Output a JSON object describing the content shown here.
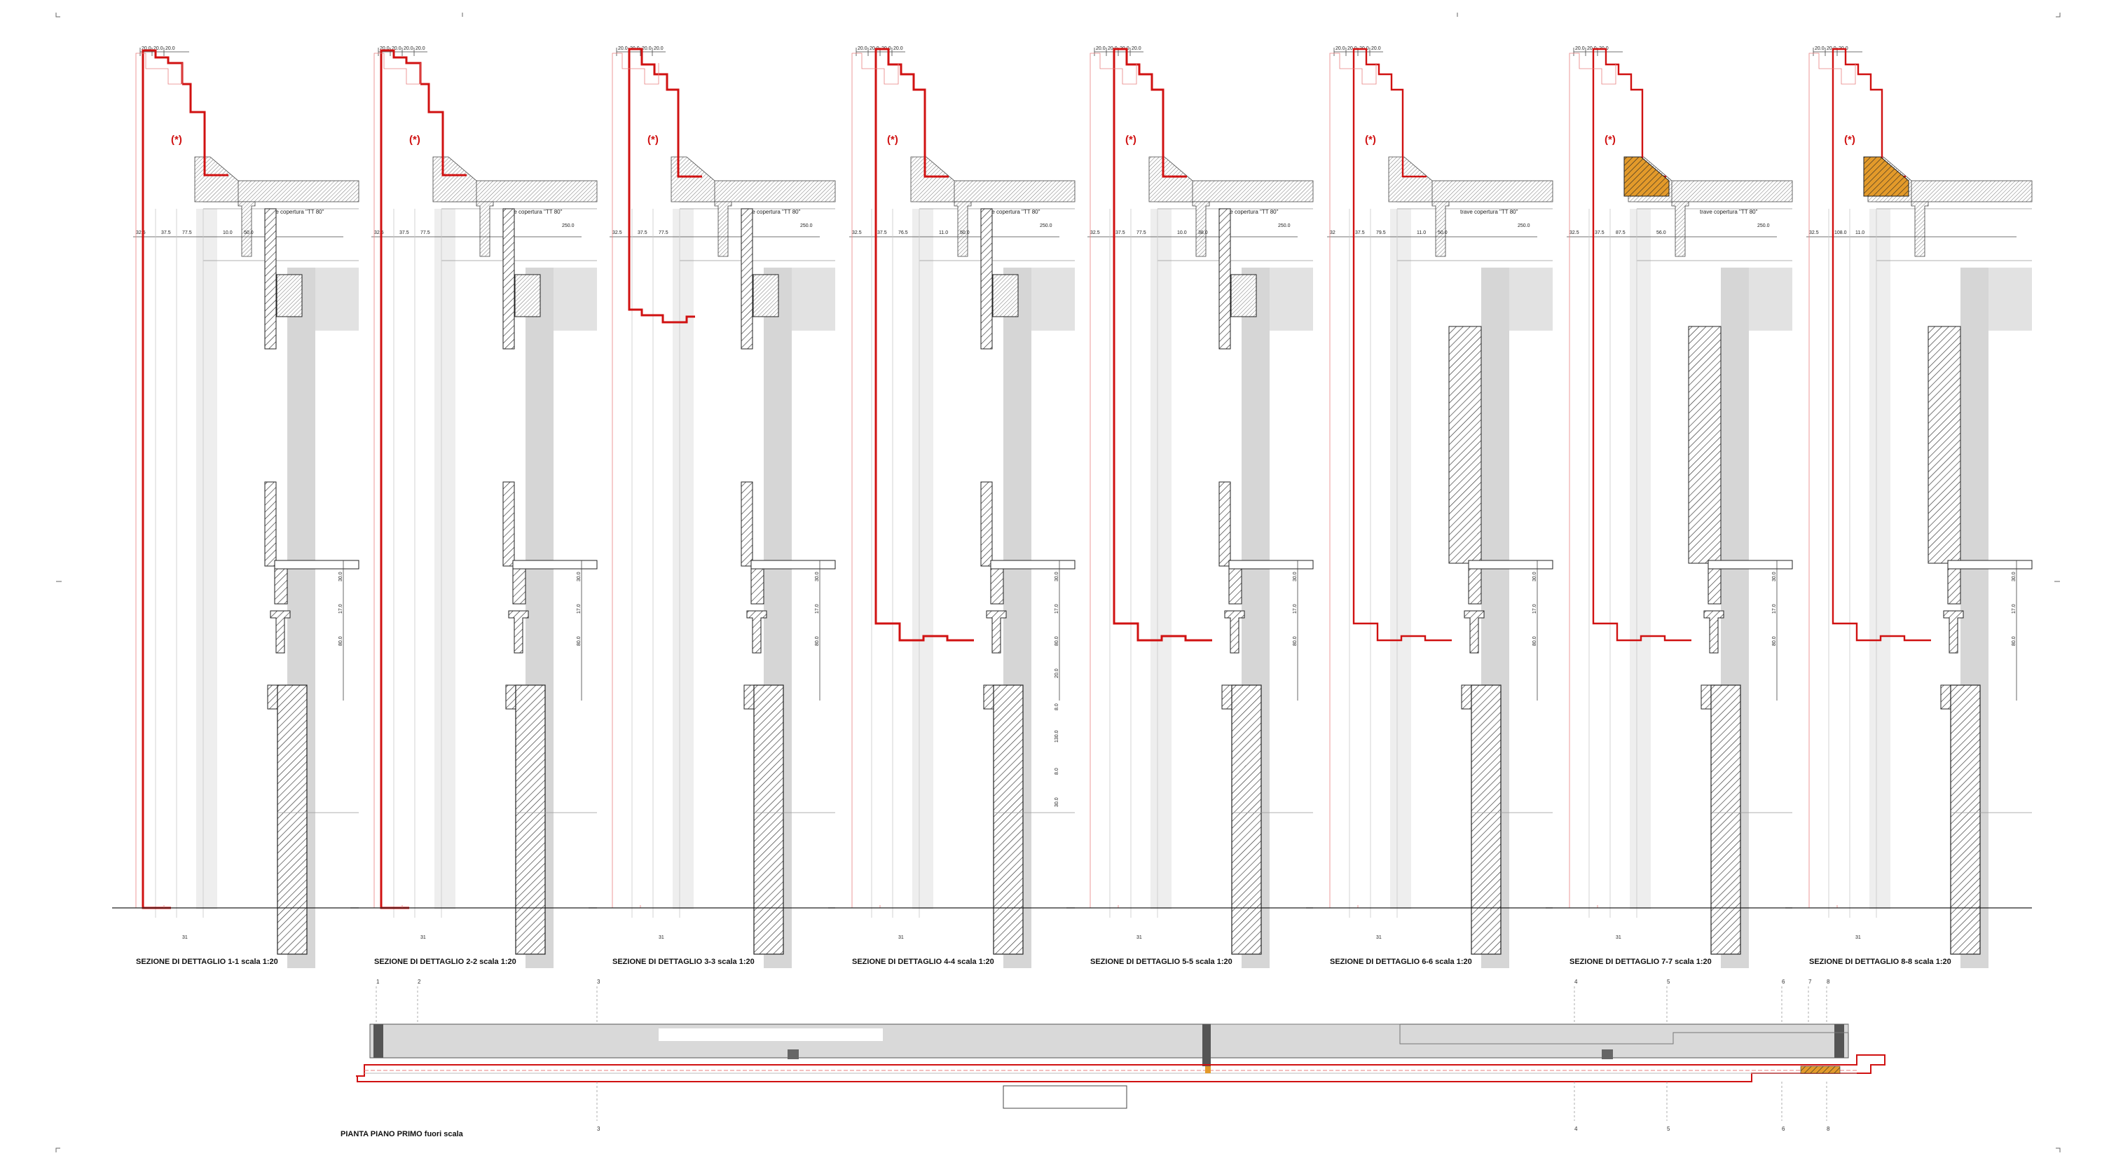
{
  "sheet": {
    "colors": {
      "red_outline": "#d01111",
      "thin_red": "#e88080",
      "line": "#222222",
      "hatch": "#333333",
      "grey_fill": "#d6d6d6",
      "light_fill": "#eeeeee",
      "orange": "#e39a2a"
    },
    "sections": [
      {
        "title": "SEZIONE DI DETTAGLIO 1-1  scala 1:20",
        "mode": "bold-full",
        "top_dims": [
          "20.0",
          "20.0",
          "20.0"
        ],
        "row_dims": [
          "32.5",
          "37.5",
          "77.5",
          "10.0",
          "50.0"
        ],
        "beam_note": "trave copertura \"TT 80\"",
        "side_dims": [
          "30.0",
          "17.0",
          "80.0"
        ],
        "span_dim": "",
        "bottom_dim": "31",
        "star": "(*)"
      },
      {
        "title": "SEZIONE DI DETTAGLIO 2-2  scala 1:20",
        "mode": "bold-full",
        "top_dims": [
          "20.0",
          "20.0",
          "20.0",
          "20.0"
        ],
        "row_dims": [
          "32.5",
          "37.5",
          "77.5"
        ],
        "beam_note": "trave copertura \"TT 80\"",
        "side_dims": [
          "30.0",
          "17.0",
          "80.0"
        ],
        "span_dim": "250.0",
        "bottom_dim": "31",
        "star": "(*)"
      },
      {
        "title": "SEZIONE DI DETTAGLIO 3-3  scala 1:20",
        "mode": "bold-upper",
        "top_dims": [
          "20.0",
          "20.0",
          "20.0",
          "20.0"
        ],
        "row_dims": [
          "32.5",
          "37.5",
          "77.5"
        ],
        "beam_note": "trave copertura \"TT 80\"",
        "side_dims": [
          "30.0",
          "17.0",
          "80.0"
        ],
        "span_dim": "250.0",
        "bottom_dim": "31",
        "star": "(*)"
      },
      {
        "title": "SEZIONE DI DETTAGLIO 4-4  scala 1:20",
        "mode": "bold-window",
        "top_dims": [
          "20.0",
          "20.0",
          "20.0",
          "20.0"
        ],
        "row_dims": [
          "32.5",
          "37.5",
          "76.5",
          "11.0",
          "50.0"
        ],
        "beam_note": "trave copertura \"TT 80\"",
        "side_dims": [
          "30.0",
          "17.0",
          "80.0",
          "20.0",
          "8.0",
          "130.0",
          "8.0",
          "30.0"
        ],
        "span_dim": "250.0",
        "bottom_dim": "31",
        "star": "(*)"
      },
      {
        "title": "SEZIONE DI DETTAGLIO 5-5  scala 1:20",
        "mode": "bold-lower",
        "top_dims": [
          "20.0",
          "20.0",
          "20.0",
          "20.0"
        ],
        "row_dims": [
          "32.5",
          "37.5",
          "77.5",
          "10.0",
          "38.0"
        ],
        "beam_note": "trave copertura \"TT 80\"",
        "side_dims": [
          "30.0",
          "17.0",
          "80.0"
        ],
        "span_dim": "250.0",
        "bottom_dim": "31",
        "star": "(*)"
      },
      {
        "title": "SEZIONE DI DETTAGLIO 6-6  scala 1:20",
        "mode": "thin-wall",
        "top_dims": [
          "20.0",
          "20.0",
          "20.0",
          "20.0"
        ],
        "row_dims": [
          "32",
          "37.5",
          "79.5",
          "11.0",
          "50.0"
        ],
        "beam_note": "trave copertura \"TT 80\"",
        "side_dims": [
          "30.0",
          "17.0",
          "80.0"
        ],
        "span_dim": "250.0",
        "bottom_dim": "31",
        "star": "(*)"
      },
      {
        "title": "SEZIONE DI DETTAGLIO 7-7  scala 1:20",
        "mode": "thin-wall-orange",
        "top_dims": [
          "20.0",
          "20.0",
          "20.0"
        ],
        "row_dims": [
          "32.5",
          "37.5",
          "87.5",
          "56.0"
        ],
        "beam_note": "trave copertura \"TT 80\"",
        "side_dims": [
          "30.0",
          "17.0",
          "80.0"
        ],
        "span_dim": "250.0",
        "bottom_dim": "31",
        "star": "(*)"
      },
      {
        "title": "SEZIONE DI DETTAGLIO 8-8  scala 1:20",
        "mode": "thin-wall-orange",
        "top_dims": [
          "20.0",
          "20.0",
          "20.0"
        ],
        "row_dims": [
          "32.5",
          "108.0",
          "11.0"
        ],
        "beam_note": "",
        "side_dims": [
          "30.0",
          "17.0",
          "80.0"
        ],
        "span_dim": "",
        "bottom_dim": "31",
        "star": "(*)"
      }
    ],
    "plan": {
      "title": "PIANTA PIANO PRIMO  fuori scala",
      "markers_top": [
        "1",
        "2",
        "3",
        "4",
        "5",
        "6",
        "7",
        "8"
      ],
      "markers_bottom": [
        "3",
        "4",
        "5",
        "6",
        "8"
      ]
    }
  }
}
